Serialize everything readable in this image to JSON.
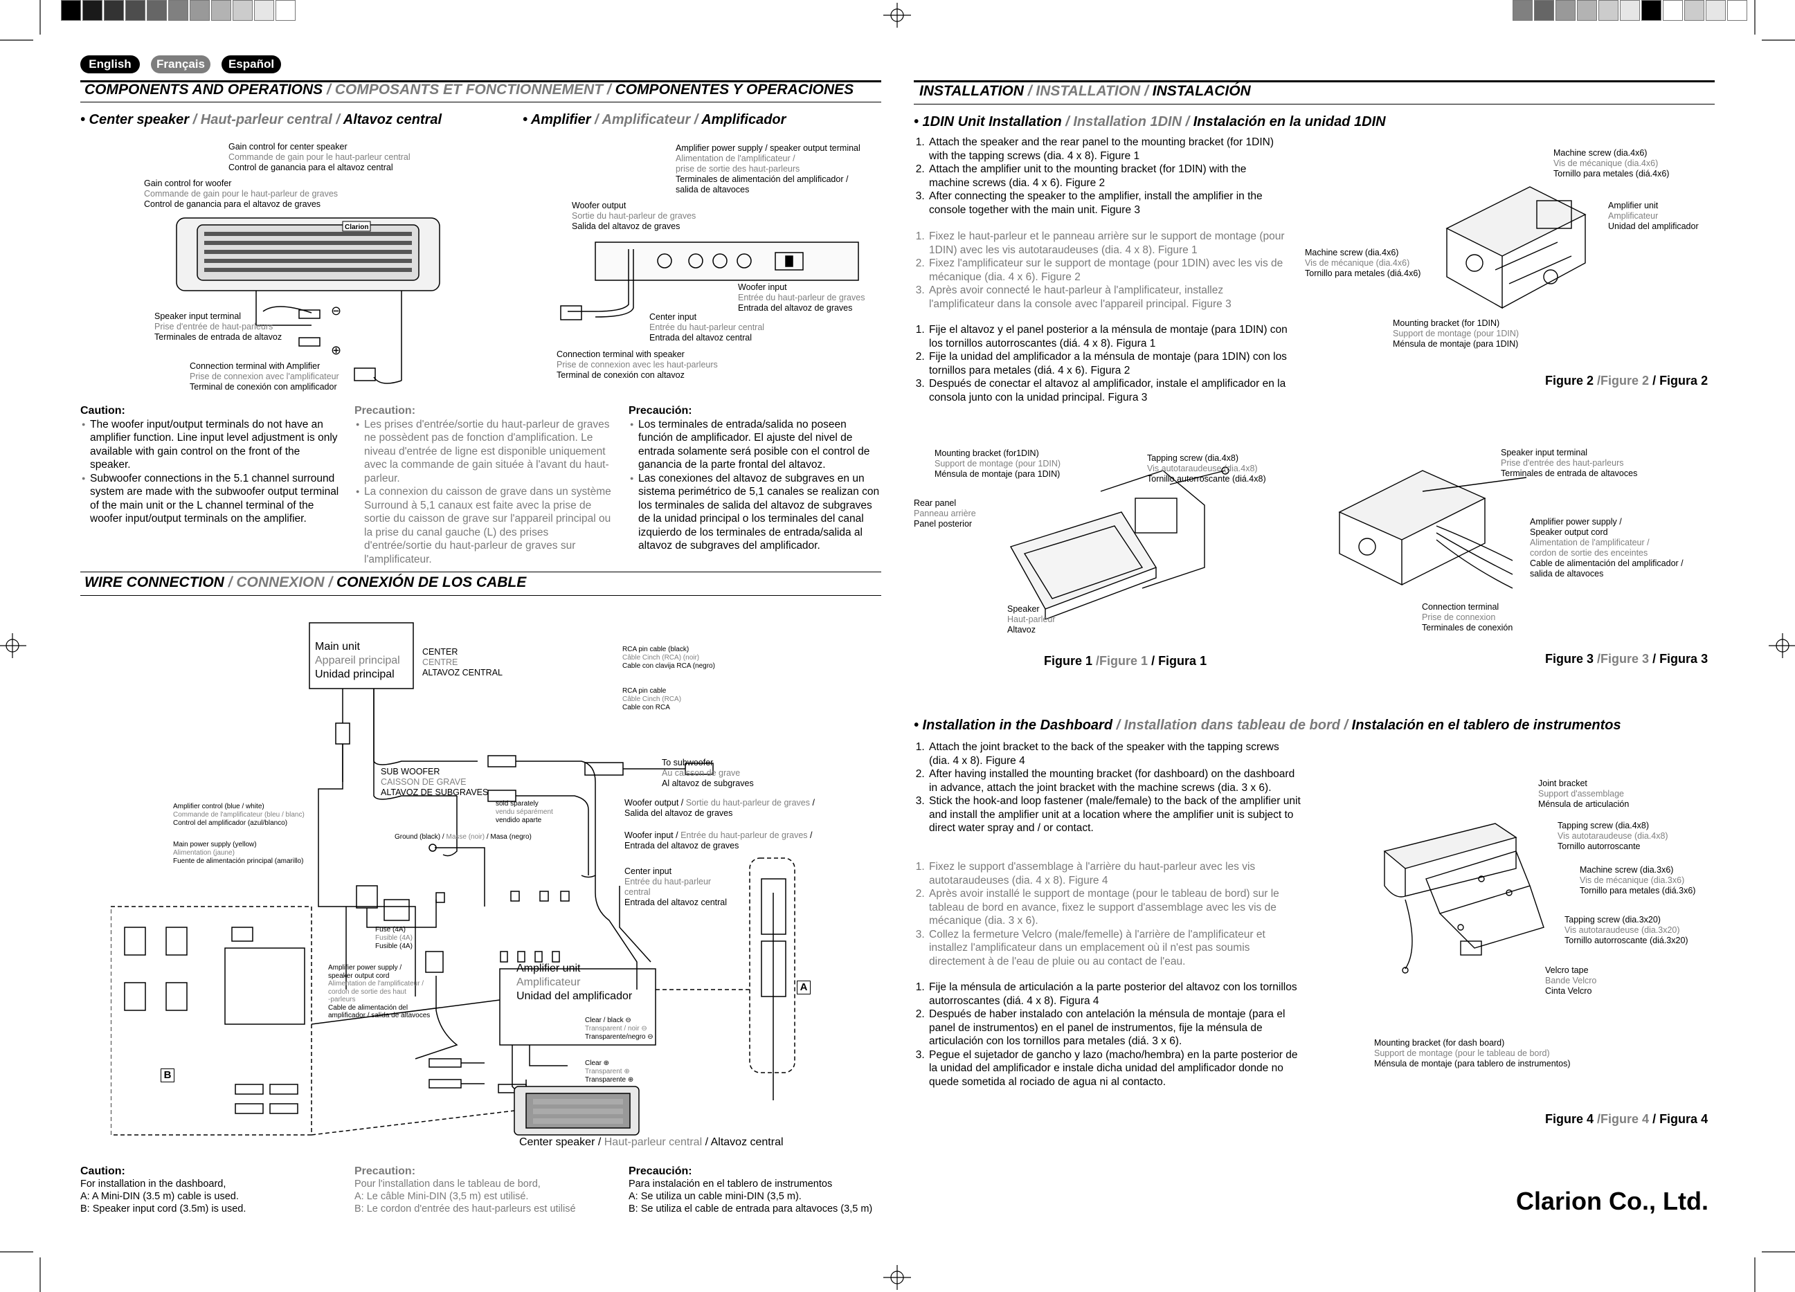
{
  "languages": [
    "English",
    "Français",
    "Español"
  ],
  "components": {
    "heading": {
      "en": "COMPONENTS AND OPERATIONS",
      "sep1": " / ",
      "fr": "COMPOSANTS ET FONCTIONNEMENT",
      "sep2": " / ",
      "es": "COMPONENTES Y OPERACIONES"
    },
    "center_speaker_title": {
      "en": "• Center speaker",
      "sep1": " / ",
      "fr": "Haut-parleur central",
      "sep2": " / ",
      "es": "Altavoz central"
    },
    "amplifier_title": {
      "en": "• Amplifier",
      "sep1": " / ",
      "fr": "Amplificateur",
      "sep2": " / ",
      "es": "Amplificador"
    },
    "speaker_labels": {
      "gain_center": [
        "Gain control for center speaker",
        "Commande de gain pour le haut-parleur central",
        "Control de ganancia para el altavoz central"
      ],
      "gain_woofer": [
        "Gain control for woofer",
        "Commande de gain pour le haut-parleur de graves",
        "Control de ganancia para el altavoz de graves"
      ],
      "speaker_input": [
        "Speaker input terminal",
        "Prise d'entrée de haut-parleurs",
        "Terminales de entrada de altavoz"
      ],
      "connection_amp": [
        "Connection terminal with Amplifier",
        "Prise de connexion avec l'amplificateur",
        "Terminal de conexión con amplificador"
      ]
    },
    "amp_labels": {
      "power_supply": [
        "Amplifier power supply / speaker output terminal",
        "Alimentation de l'amplificateur /",
        "prise de sortie des haut-parleurs",
        "Terminales de alimentación del amplificador /",
        "salida de altavoces"
      ],
      "woofer_output": [
        "Woofer output",
        "Sortie du haut-parleur de graves",
        "Salida del altavoz de graves"
      ],
      "woofer_input": [
        "Woofer input",
        "Entrée du haut-parleur de graves",
        "Entrada del altavoz de graves"
      ],
      "center_input": [
        "Center input",
        "Entrée du haut-parleur central",
        "Entrada del altavoz central"
      ],
      "connection_speaker": [
        "Connection terminal with speaker",
        "Prise de connexion avec les haut-parleurs",
        "Terminal de conexión con altavoz"
      ]
    },
    "caution_en": {
      "title": "Caution:",
      "items": [
        "The woofer input/output terminals do not have an amplifier function. Line input level adjustment is only available with gain control on the front of the speaker.",
        "Subwoofer connections in the 5.1 channel surround system are made with the subwoofer output terminal of the main unit or the L channel terminal of the woofer input/output terminals on the amplifier."
      ]
    },
    "caution_fr": {
      "title": "Precaution:",
      "items": [
        "Les prises d'entrée/sortie du haut-parleur de graves ne possèdent pas de fonction d'amplification. Le niveau d'entrée de ligne est disponible uniquement avec la commande de gain située à l'avant du haut-parleur.",
        "La connexion du caisson de grave dans un système Surround à 5,1 canaux est faite avec la prise de sortie du caisson de grave sur l'appareil principal ou la prise du canal gauche (L) des prises d'entrée/sortie du haut-parleur de graves sur l'amplificateur."
      ]
    },
    "caution_es": {
      "title": "Precaución:",
      "items": [
        "Los terminales de entrada/salida no poseen función de amplificador. El ajuste del nivel de entrada solamente será posible con el control de ganancia de la parte frontal del altavoz.",
        "Las conexiones del altavoz de subgraves en un sistema perimétrico de 5,1 canales se realizan con los terminales de salida del altavoz de subgraves de la unidad principal o los terminales del canal izquierdo de los terminales de entrada/salida al altavoz de subgraves del amplificador."
      ]
    }
  },
  "wire": {
    "heading": {
      "en": "WIRE CONNECTION",
      "sep1": " / ",
      "fr": "CONNEXION",
      "sep2": " / ",
      "es": "CONEXIÓN DE LOS CABLE"
    },
    "main_unit": [
      "Main unit",
      "Appareil principal",
      "Unidad principal"
    ],
    "center": [
      "CENTER",
      "CENTRE",
      "ALTAVOZ CENTRAL"
    ],
    "sub_woofer": [
      "SUB WOOFER",
      "CAISSON DE GRAVE",
      "ALTAVOZ DE SUBGRAVES"
    ],
    "rca_black": [
      "RCA pin cable (black)",
      "Câble Cinch (RCA) (noir)",
      "Cable con clavija RCA (negro)"
    ],
    "rca_pin": [
      "RCA pin cable",
      "Câble Cinch   (RCA)",
      "Cable con RCA"
    ],
    "to_sub": [
      "To subwoofer",
      "Au caisson de grave",
      "Al altavoz de subgraves"
    ],
    "sold_sep": [
      "sold sparately",
      "vendu séparément",
      "vendido aparte"
    ],
    "amp_control": [
      "Amplifier control (blue / white)",
      "Commande de l'amplificateur (bleu / blanc)",
      "Control del amplificador (azul/blanco)"
    ],
    "main_power": [
      "Main power supply (yellow)",
      "Alimentation (jaune)",
      "Fuente de alimentación principal (amarillo)"
    ],
    "ground": {
      "en": "Ground (black)",
      "fr": "Masse (noir)",
      "es": "Masa (negro)"
    },
    "woofer_out": {
      "en": "Woofer output",
      "fr": "Sortie du haut-parleur de graves",
      "es": "Salida del altavoz de graves"
    },
    "woofer_in": {
      "en": "Woofer input",
      "fr": "Entrée du haut-parleur de graves",
      "es": "Entrada del altavoz de graves"
    },
    "center_input": [
      "Center input",
      "Entrée du haut-parleur",
      "central",
      "Entrada del altavoz central"
    ],
    "fuse": [
      "Fuse (4A)",
      "Fusible (4A)",
      "Fusible (4A)"
    ],
    "amp_power": [
      "Amplifier power supply /",
      "speaker output cord",
      "Alimentation de l'amplificateur /",
      "cordon de sortie des haut",
      "-parleurs",
      "Cable de alimentación del",
      "amplificador / salida de altavoces"
    ],
    "amp_unit": [
      "Amplifier unit",
      "Amplificateur",
      "Unidad del amplificador"
    ],
    "clear_black": [
      "Clear / black ⊖",
      "Transparent / noir ⊖",
      "Transparente/negro ⊖"
    ],
    "clear": [
      "Clear ⊕",
      "Transparent ⊕",
      "Transparente ⊕"
    ],
    "label_a": "A",
    "label_b": "B",
    "center_speaker": {
      "en": "Center speaker",
      "fr": "Haut-parleur central",
      "es": "Altavoz central"
    }
  },
  "bottom_caution": {
    "en": {
      "title": "Caution:",
      "lines": [
        "For installation in the dashboard,",
        "A: A  Mini-DIN (3.5 m) cable is used.",
        "B: Speaker input cord (3.5m) is used."
      ]
    },
    "fr": {
      "title": "Precaution:",
      "lines": [
        "Pour l'installation dans le tableau de bord,",
        "A: Le câble Mini-DIN (3,5 m) est utilisé.",
        "B: Le cordon d'entrée des haut-parleurs est utilisé"
      ]
    },
    "es": {
      "title": "Precaución:",
      "lines": [
        "Para instalación en el tablero de instrumentos",
        "A: Se utiliza un cable mini-DIN (3,5 m).",
        "B: Se utiliza el cable de entrada para altavoces (3,5 m)"
      ]
    }
  },
  "installation": {
    "heading": {
      "en": "INSTALLATION",
      "sep1": " / ",
      "fr": "INSTALLATION",
      "sep2": " / ",
      "es": "INSTALACIÓN"
    },
    "din_title": {
      "en": "• 1DIN Unit Installation",
      "sep1": " / ",
      "fr": "Installation 1DIN",
      "sep2": " / ",
      "es": "Instalación en la unidad 1DIN"
    },
    "din_en": [
      "Attach the speaker and the rear panel to the mounting bracket (for 1DIN) with the tapping screws (dia. 4 x 8).  Figure 1",
      "Attach the amplifier unit to the mounting bracket (for 1DIN) with the machine screws (dia. 4 x 6). Figure 2",
      "After connecting the speaker to the amplifier, install the amplifier in the console together with the main unit. Figure 3"
    ],
    "din_fr": [
      "Fixez le haut-parleur et le panneau arrière sur le support de montage (pour 1DIN) avec les vis autotaraudeuses (dia. 4 x 8). Figure 1",
      "Fixez l'amplificateur sur le support de montage (pour 1DIN) avec les vis de mécanique (dia. 4 x 6). Figure 2",
      "Après avoir connecté le haut-parleur à l'amplificateur, installez l'amplificateur dans la console avec l'appareil principal. Figure 3"
    ],
    "din_es": [
      "Fije el altavoz y el panel posterior a la ménsula de montaje (para 1DIN) con los tornillos autorroscantes (diá. 4 x 8). Figura 1",
      "Fije la unidad del amplificador a la ménsula de montaje (para 1DIN) con los tornillos para metales (diá. 4 x 6). Figura 2",
      "Después de conectar el altavoz al amplificador, instale el amplificador en la consola junto con la unidad principal. Figura 3"
    ],
    "fig2_labels": {
      "machine_screw_top": [
        "Machine screw (dia.4x6)",
        "Vis de mécanique (dia.4x6)",
        "Tornillo para metales (diá.4x6)"
      ],
      "amp_unit": [
        "Amplifier unit",
        "Amplificateur",
        "Unidad del amplificador"
      ],
      "machine_screw_left": [
        "Machine screw (dia.4x6)",
        "Vis de mécanique (dia.4x6)",
        "Tornillo para metales (diá.4x6)"
      ],
      "mounting": [
        "Mounting bracket (for 1DIN)",
        "Support de montage (pour 1DIN)",
        "Ménsula de montaje (para 1DIN)"
      ]
    },
    "fig2_caption": {
      "en": "Figure 2",
      "fr": "/Figure 2",
      "es": "/ Figura 2"
    },
    "fig1_labels": {
      "mounting": [
        "Mounting bracket (for1DIN)",
        "Support de montage (pour 1DIN)",
        "Ménsula de montaje (para 1DIN)"
      ],
      "tapping": [
        "Tapping screw (dia.4x8)",
        "Vis autotaraudeuse (dia.4x8)",
        "Tornillo autorroscante (diá.4x8)"
      ],
      "rear_panel": [
        "Rear panel",
        "Panneau arrière",
        "Panel posterior"
      ],
      "speaker": [
        "Speaker",
        "Haut-parleur",
        "Altavoz"
      ]
    },
    "fig1_caption": {
      "en": "Figure 1",
      "fr": "/Figure 1",
      "es": "/ Figura 1"
    },
    "fig3_labels": {
      "speaker_input": [
        "Speaker input terminal",
        "Prise d'entrée des haut-parleurs",
        "Terminales de entrada de altavoces"
      ],
      "amp_power": [
        "Amplifier power supply /",
        "Speaker output cord",
        "Alimentation de l'amplificateur /",
        "cordon de sortie des enceintes",
        "Cable de alimentación del amplificador /",
        "salida de altavoces"
      ],
      "connection": [
        "Connection terminal",
        "Prise de connexion",
        "Terminales de conexión"
      ]
    },
    "fig3_caption": {
      "en": "Figure 3",
      "fr": "/Figure 3",
      "es": "/ Figura 3"
    },
    "dash_title": {
      "en": "• Installation in the Dashboard",
      "sep1": " / ",
      "fr": "Installation dans tableau de bord",
      "sep2": " / ",
      "es": "Instalación en el tablero de instrumentos"
    },
    "dash_en": [
      "Attach the joint bracket to the back of the speaker with the tapping screws (dia. 4 x 8). Figure 4",
      "After having installed the mounting bracket (for dashboard) on the dashboard in advance, attach the joint bracket with the machine screws (dia. 3 x 6).",
      "Stick the hook-and loop fastener (male/female) to the back of the amplifier unit and install the amplifier unit at a location where the amplifier unit is subject to direct water spray and / or contact."
    ],
    "dash_fr": [
      "Fixez le support d'assemblage à l'arrière du haut-parleur avec les vis autotaraudeuses (dia. 4 x 8). Figure 4",
      "Après avoir installé le support de montage (pour le tableau de bord) sur le tableau de bord en avance, fixez le support d'assemblage avec les vis de mécanique (dia. 3 x 6).",
      "Collez la fermeture Velcro (male/femelle) à l'arrière de l'amplificateur et installez l'amplificateur dans un emplacement où il n'est pas soumis directement à de l'eau de pluie ou au contact de l'eau."
    ],
    "dash_es": [
      "Fije la ménsula de articulación a la parte posterior del altavoz con los tornillos autorroscantes (diá. 4 x 8). Figura 4",
      "Después de haber instalado con antelación la ménsula de montaje (para el panel de instrumentos) en el panel de instrumentos, fije la ménsula de articulación con los tornillos para metales (diá. 3 x 6).",
      "Pegue el sujetador de gancho y lazo (macho/hembra) en la parte posterior de la unidad del amplificador e instale dicha unidad del amplificador donde no quede sometida al rociado de agua ni al contacto."
    ],
    "fig4_labels": {
      "joint": [
        "Joint bracket",
        "Support d'assemblage",
        "Ménsula de articulación"
      ],
      "tapping": [
        "Tapping screw (dia.4x8)",
        "Vis autotaraudeuse (dia.4x8)",
        "Tornillo autorroscante"
      ],
      "machine": [
        "Machine screw (dia.3x6)",
        "Vis de mécanique (dia.3x6)",
        "Tornillo para metales (diá.3x6)"
      ],
      "tapping20": [
        "Tapping screw (dia.3x20)",
        "Vis autotaraudeuse (dia.3x20)",
        "Tornillo autorroscante (diá.3x20)"
      ],
      "velcro": [
        "Velcro tape",
        "Bande Velcro",
        "Cinta Velcro"
      ],
      "mounting": [
        "Mounting bracket (for dash board)",
        "Support de montage (pour le tableau de bord)",
        "Ménsula de montaje (para tablero de instrumentos)"
      ]
    },
    "fig4_caption": {
      "en": "Figure 4",
      "fr": "/Figure 4",
      "es": "/ Figura 4"
    }
  },
  "company": "Clarion Co., Ltd.",
  "speaker_badge": "Clarion",
  "colors": {
    "lang_en": "#000000",
    "lang_fr": "#7d7d7d",
    "lang_es": "#000000",
    "french_text": "#7a7a7a"
  }
}
